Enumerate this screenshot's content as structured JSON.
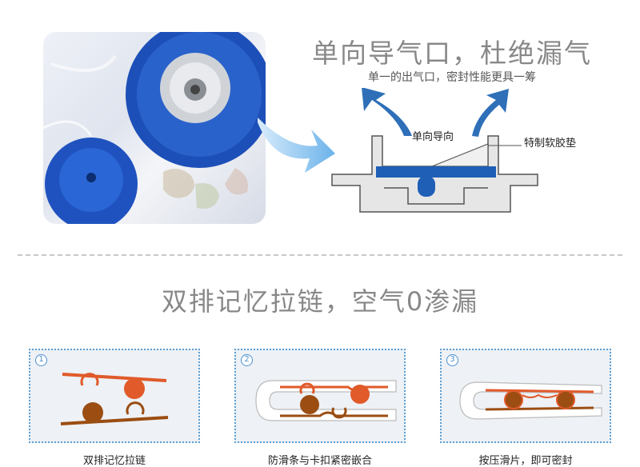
{
  "section1": {
    "title": "单向导气口，杜绝漏气",
    "subtitle": "单一的出气口，密封性能更具一筹",
    "label_direction": "单向导向",
    "label_gasket": "特制软胶垫"
  },
  "section2": {
    "title": "双排记忆拉链，空气0渗漏",
    "panels": [
      {
        "number": "1",
        "caption": "双排记忆拉链"
      },
      {
        "number": "2",
        "caption": "防滑条与卡扣紧密嵌合"
      },
      {
        "number": "3",
        "caption": "按压滑片，即可密封"
      }
    ]
  },
  "colors": {
    "accent_blue": "#1f5fb6",
    "zipper_orange": "#e05a2a",
    "zipper_brown": "#9b4d12",
    "panel_border": "#5a9fd6"
  }
}
